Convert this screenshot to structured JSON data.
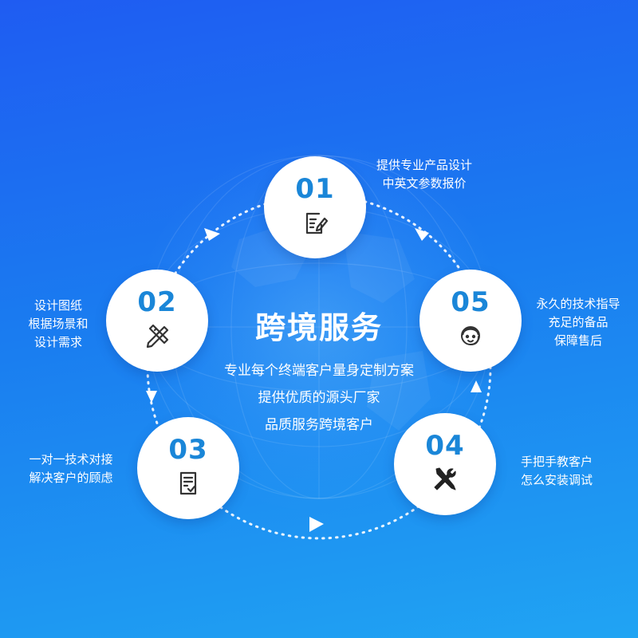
{
  "title": "跨境服务",
  "subtitle_lines": [
    "专业每个终端客户量身定制方案",
    "提供优质的源头厂家",
    "品质服务跨境客户"
  ],
  "nodes": [
    {
      "number": "01",
      "icon": "edit-document-icon",
      "desc": [
        "提供专业产品设计",
        "中英文参数报价"
      ]
    },
    {
      "number": "02",
      "icon": "pencil-ruler-icon",
      "desc": [
        "设计图纸",
        "根据场景和",
        "设计需求"
      ]
    },
    {
      "number": "03",
      "icon": "checklist-document-icon",
      "desc": [
        "一对一技术对接",
        "解决客户的顾虑"
      ]
    },
    {
      "number": "04",
      "icon": "wrench-screwdriver-icon",
      "desc": [
        "手把手教客户",
        "怎么安装调试"
      ]
    },
    {
      "number": "05",
      "icon": "customer-service-headset-icon",
      "desc": [
        "永久的技术指导",
        "充足的备品",
        "保障售后"
      ]
    }
  ],
  "colors": {
    "background_top": "#1f5cf2",
    "background_bottom": "#20a4f3",
    "number_blue": "#1a86d8",
    "icon_dark": "#333333"
  }
}
